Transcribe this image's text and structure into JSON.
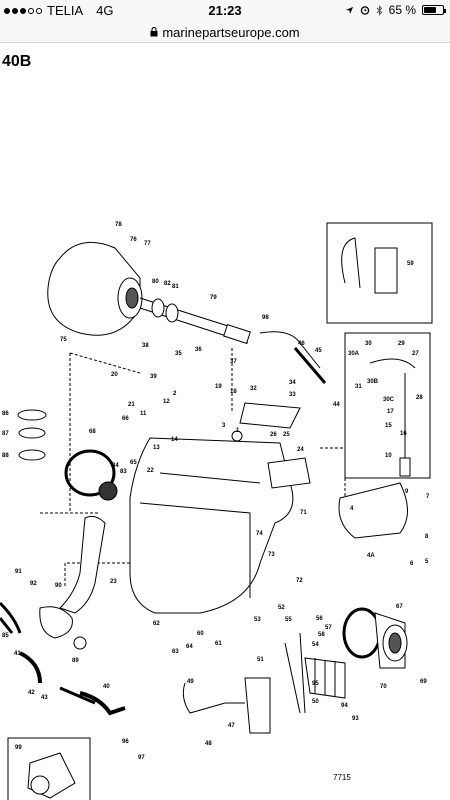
{
  "status": {
    "carrier": "TELIA",
    "network": "4G",
    "time": "21:23",
    "battery": "65 %",
    "battery_level": 0.65
  },
  "browser": {
    "url": "marinepartseurope.com"
  },
  "page": {
    "title_suffix": "40B",
    "diagram_code": "7715",
    "labels": {
      "78": "78",
      "76": "76",
      "77": "77",
      "80": "80",
      "82": "82",
      "81": "81",
      "79": "79",
      "75": "75",
      "98": "98",
      "46": "46",
      "45": "45",
      "44": "44",
      "38": "38",
      "35": "35",
      "36": "36",
      "37": "37",
      "39": "39",
      "20": "20",
      "2": "2",
      "19": "19",
      "18": "18",
      "34": "34",
      "33": "33",
      "32": "32",
      "21": "21",
      "12": "12",
      "11": "11",
      "3": "3",
      "13": "13",
      "14": "14",
      "1": "1",
      "86": "86",
      "87": "87",
      "88": "88",
      "68": "68",
      "66": "66",
      "65": "65",
      "84": "84",
      "83": "83",
      "22": "22",
      "26": "26",
      "25": "25",
      "24": "24",
      "71": "71",
      "74": "74",
      "73": "73",
      "72": "72",
      "23": "23",
      "91": "91",
      "92": "92",
      "90": "90",
      "85": "85",
      "89": "89",
      "41": "41",
      "42": "42",
      "43": "43",
      "40": "40",
      "96": "96",
      "97": "97",
      "62": "62",
      "63": "63",
      "64": "64",
      "60": "60",
      "61": "61",
      "49": "49",
      "48": "48",
      "47": "47",
      "53": "53",
      "52": "52",
      "55": "55",
      "51": "51",
      "56": "56",
      "57": "57",
      "58": "58",
      "54": "54",
      "50": "50",
      "95": "95",
      "94": "94",
      "93": "93",
      "67": "67",
      "70": "70",
      "69": "69",
      "59": "59",
      "29": "29",
      "30": "30",
      "30A": "30A",
      "30B": "30B",
      "30C": "30C",
      "31": "31",
      "27": "27",
      "28": "28",
      "17": "17",
      "15": "15",
      "16": "16",
      "10": "10",
      "4": "4",
      "4A": "4A",
      "9": "9",
      "7": "7",
      "6": "6",
      "8": "8",
      "5": "5",
      "99": "99"
    }
  }
}
